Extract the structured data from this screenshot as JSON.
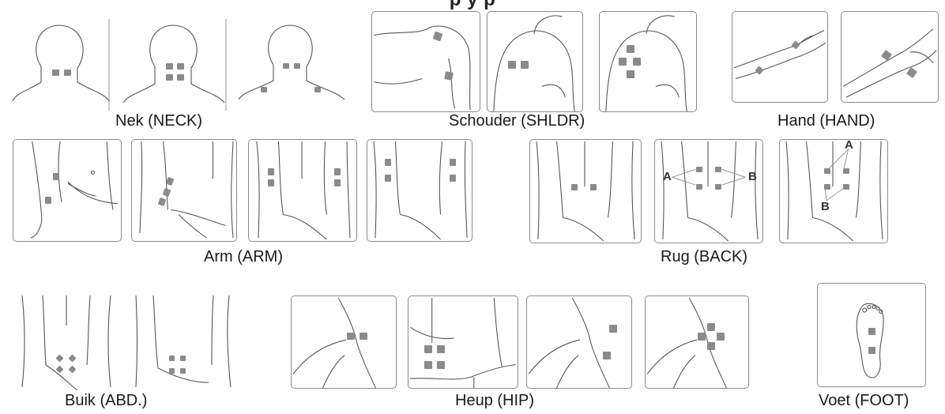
{
  "heading": "p                         y             p",
  "groups": [
    {
      "label": "Nek (NECK)"
    },
    {
      "label": "Schouder (SHLDR)"
    },
    {
      "label": "Hand (HAND)"
    },
    {
      "label": "Arm (ARM)"
    },
    {
      "label": "Rug (BACK)"
    },
    {
      "label": "Buik (ABD.)"
    },
    {
      "label": "Heup (HIP)"
    },
    {
      "label": "Voet (FOOT)"
    }
  ],
  "markers": {
    "a": "A",
    "b": "B"
  },
  "colors": {
    "pad": "#8a8a8a",
    "line": "#555555",
    "border": "#8c8c8c"
  }
}
